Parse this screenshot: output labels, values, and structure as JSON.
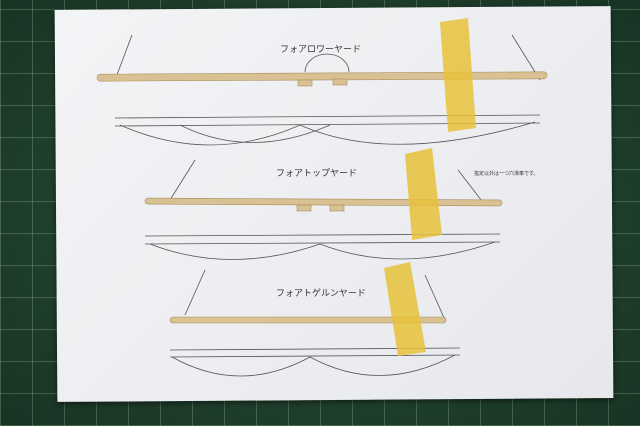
{
  "labels": {
    "fore_lower_yard": "フォアロワーヤード",
    "fore_top_yard": "フォアトップヤード",
    "fore_topgallant_yard": "フォアトゲルンヤード",
    "note": "指定以外は一つ穴滑車です。"
  },
  "colors": {
    "mat": "#23432f",
    "paper": "#eceef1",
    "dowel": "#dcc59a",
    "tape": "#e8c23a"
  }
}
